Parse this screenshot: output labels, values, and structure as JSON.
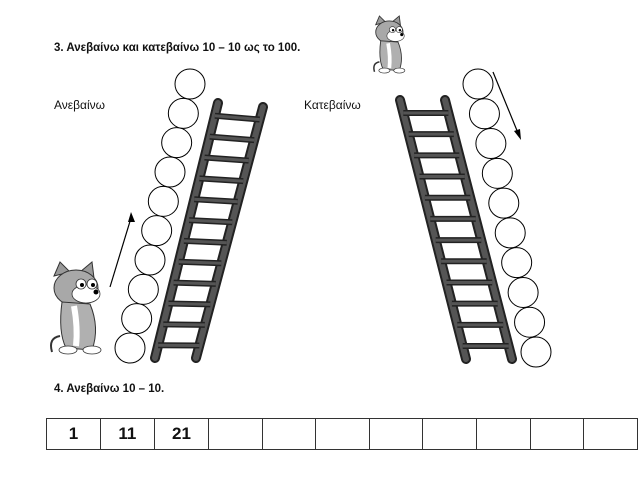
{
  "exercise3": {
    "title": "3. Ανεβαίνω και κατεβαίνω 10 – 10 ως το 100.",
    "up_label": "Ανεβαίνω",
    "down_label": "Κατεβαίνω",
    "up_circles": 10,
    "down_circles": 10,
    "illustration": "cartoon-cat-icon",
    "stroke_color": "#000000",
    "ladder_color": "#555555"
  },
  "exercise4": {
    "title": "4. Ανεβαίνω 10 – 10.",
    "cells": [
      "1",
      "11",
      "21",
      "",
      "",
      "",
      "",
      "",
      "",
      "",
      ""
    ]
  }
}
